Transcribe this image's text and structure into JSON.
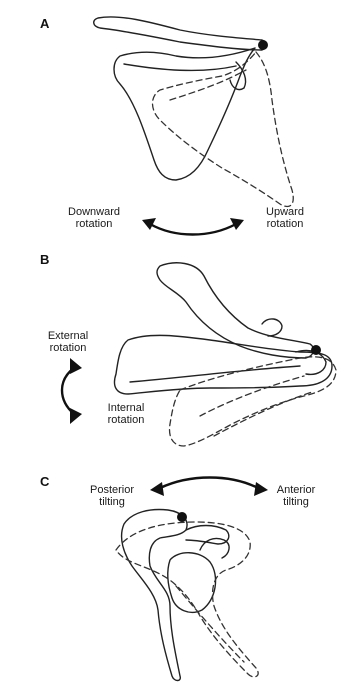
{
  "panels": [
    {
      "letter": "A",
      "captions": {
        "left_line1": "Downward",
        "left_line2": "rotation",
        "right_line1": "Upward",
        "right_line2": "rotation"
      }
    },
    {
      "letter": "B",
      "captions": {
        "top_line1": "External",
        "top_line2": "rotation",
        "bottom_line1": "Internal",
        "bottom_line2": "rotation"
      }
    },
    {
      "letter": "C",
      "captions": {
        "left_line1": "Posterior",
        "left_line2": "tilting",
        "right_line1": "Anterior",
        "right_line2": "tilting"
      }
    }
  ],
  "colors": {
    "line": "#222222",
    "background": "#ffffff"
  },
  "icons": [
    "double-headed-curved-arrow",
    "joint-dot"
  ]
}
